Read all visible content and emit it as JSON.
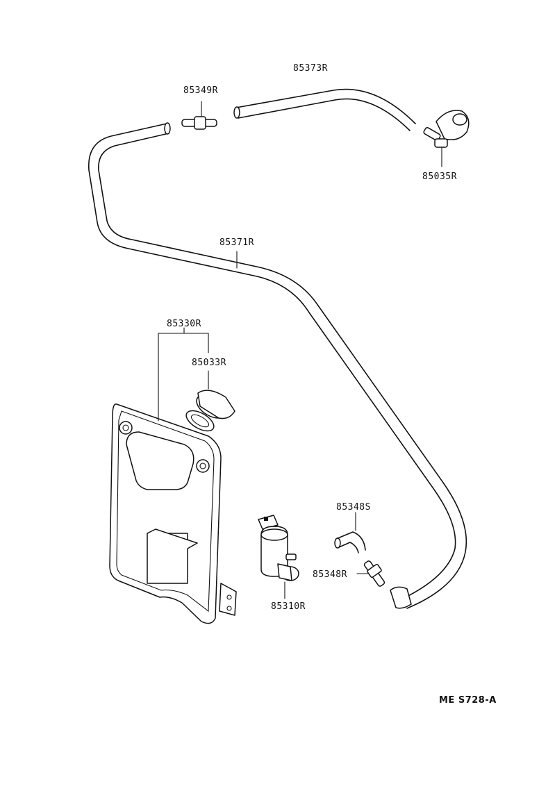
{
  "parts": [
    {
      "id": "85373R",
      "label": "85373R"
    },
    {
      "id": "85349R",
      "label": "85349R"
    },
    {
      "id": "85035R",
      "label": "85035R"
    },
    {
      "id": "85371R",
      "label": "85371R"
    },
    {
      "id": "85330R",
      "label": "85330R"
    },
    {
      "id": "85033R",
      "label": "85033R"
    },
    {
      "id": "85348S",
      "label": "85348S"
    },
    {
      "id": "85348R",
      "label": "85348R"
    },
    {
      "id": "85310R",
      "label": "85310R"
    }
  ],
  "reference_code": "ME S728-A"
}
